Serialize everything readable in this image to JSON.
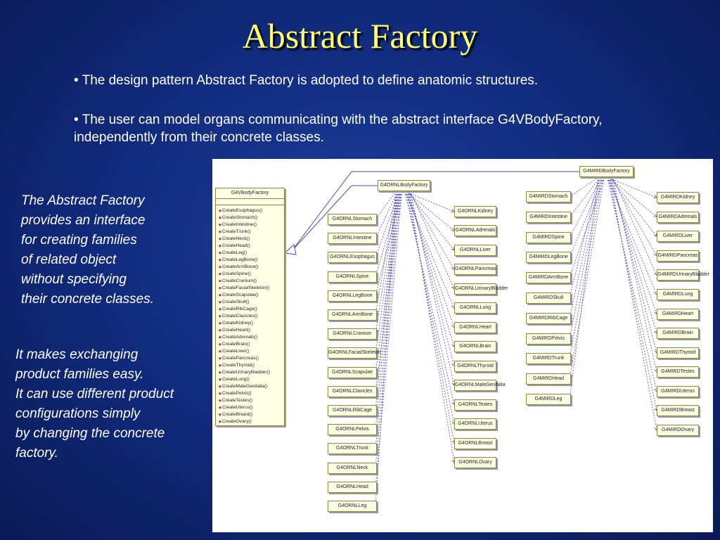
{
  "slide": {
    "title": "Abstract Factory",
    "bullets": [
      "• The design pattern Abstract Factory is adopted to define anatomic structures.",
      "• The user can model organs communicating with the abstract interface G4VBodyFactory, independently from their concrete classes."
    ],
    "note_1_lines": [
      "The Abstract Factory",
      "provides an interface",
      "for creating families",
      "of related object",
      "without specifying",
      "their concrete classes."
    ],
    "note_2_lines": [
      "It makes exchanging",
      "product families easy.",
      "It can use different product",
      "configurations simply",
      "by changing the concrete",
      "factory."
    ]
  },
  "colors": {
    "title": "#ffff66",
    "background": "#10297a",
    "class_fill": "#ffffe6",
    "link": "#4a4ab8"
  },
  "diagram": {
    "interface": {
      "name": "G4VBodyFactory",
      "methods": [
        "CreateEsophagus()",
        "CreateStomach()",
        "CreateIntestine()",
        "CreateTrunk()",
        "CreateNeck()",
        "CreateHead()",
        "CreateLeg()",
        "CreateLegBone()",
        "CreateArmBone()",
        "CreateSpine()",
        "CreateCranium()",
        "CreateFacialSkeleton()",
        "CreateScapulae()",
        "CreateSkull()",
        "CreateRibCage()",
        "CreateClavicles()",
        "CreateKidney()",
        "CreateHeart()",
        "CreateAdrenals()",
        "CreateBrain()",
        "CreateLiver()",
        "CreatePancreas()",
        "CreateThyroid()",
        "CreateUrinaryBladder()",
        "CreateLung()",
        "CreateMaleGenitalia()",
        "CreatePelvis()",
        "CreateTestes()",
        "CreateUterus()",
        "CreateBreast()",
        "CreateOvary()"
      ]
    },
    "ornl_factory": "G4ORNLBodyFactory",
    "mird_factory": "G4MIRDBodyFactory",
    "ornl_left": [
      "G4ORNLStomach",
      "G4ORNLIntestine",
      "G4ORNLEsophagus",
      "G4ORNLSpine",
      "G4ORNLLegBone",
      "G4ORNLArmBone",
      "G4ORNLCranium",
      "G4ORNLFacialSkeleton",
      "G4ORNLScapulae",
      "G4ORNLClavicles",
      "G4ORNLRibCage",
      "G4ORNLPelvis",
      "G4ORNLTrunk",
      "G4ORNLNeck",
      "G4ORNLHead",
      "G4ORNLLeg"
    ],
    "ornl_right": [
      "G4ORNLKidney",
      "G4ORNLAdrenals",
      "G4ORNLLiver",
      "G4ORNLPancreas",
      "G4ORNLUrinaryBladder",
      "G4ORNLLung",
      "G4ORNLHeart",
      "G4ORNLBrain",
      "G4ORNLThyroid",
      "G4ORNLMaleGenitalia",
      "G4ORNLTestes",
      "G4ORNLUterus",
      "G4ORNLBreast",
      "G4ORNLOvary"
    ],
    "mird_left": [
      "G4MIRDStomach",
      "G4MIRDIntestine",
      "G4MIRDSpine",
      "G4MIRDLegBone",
      "G4MIRDArmBone",
      "G4MIRDSkull",
      "G4MIRDRibCage",
      "G4MIRDPelvis",
      "G4MIRDTrunk",
      "G4MIRDHead",
      "G4MIRDLeg"
    ],
    "mird_right": [
      "G4MIRDKidney",
      "G4MIRDAdrenals",
      "G4MIRDLiver",
      "G4MIRDPancreas",
      "G4MIRDUrinaryBladder",
      "G4MIRDLung",
      "G4MIRDHeart",
      "G4MIRDBrain",
      "G4MIRDThyroid",
      "G4MIRDTestes",
      "G4MIRDUterus",
      "G4MIRDBreast",
      "G4MIRDOvary"
    ]
  }
}
